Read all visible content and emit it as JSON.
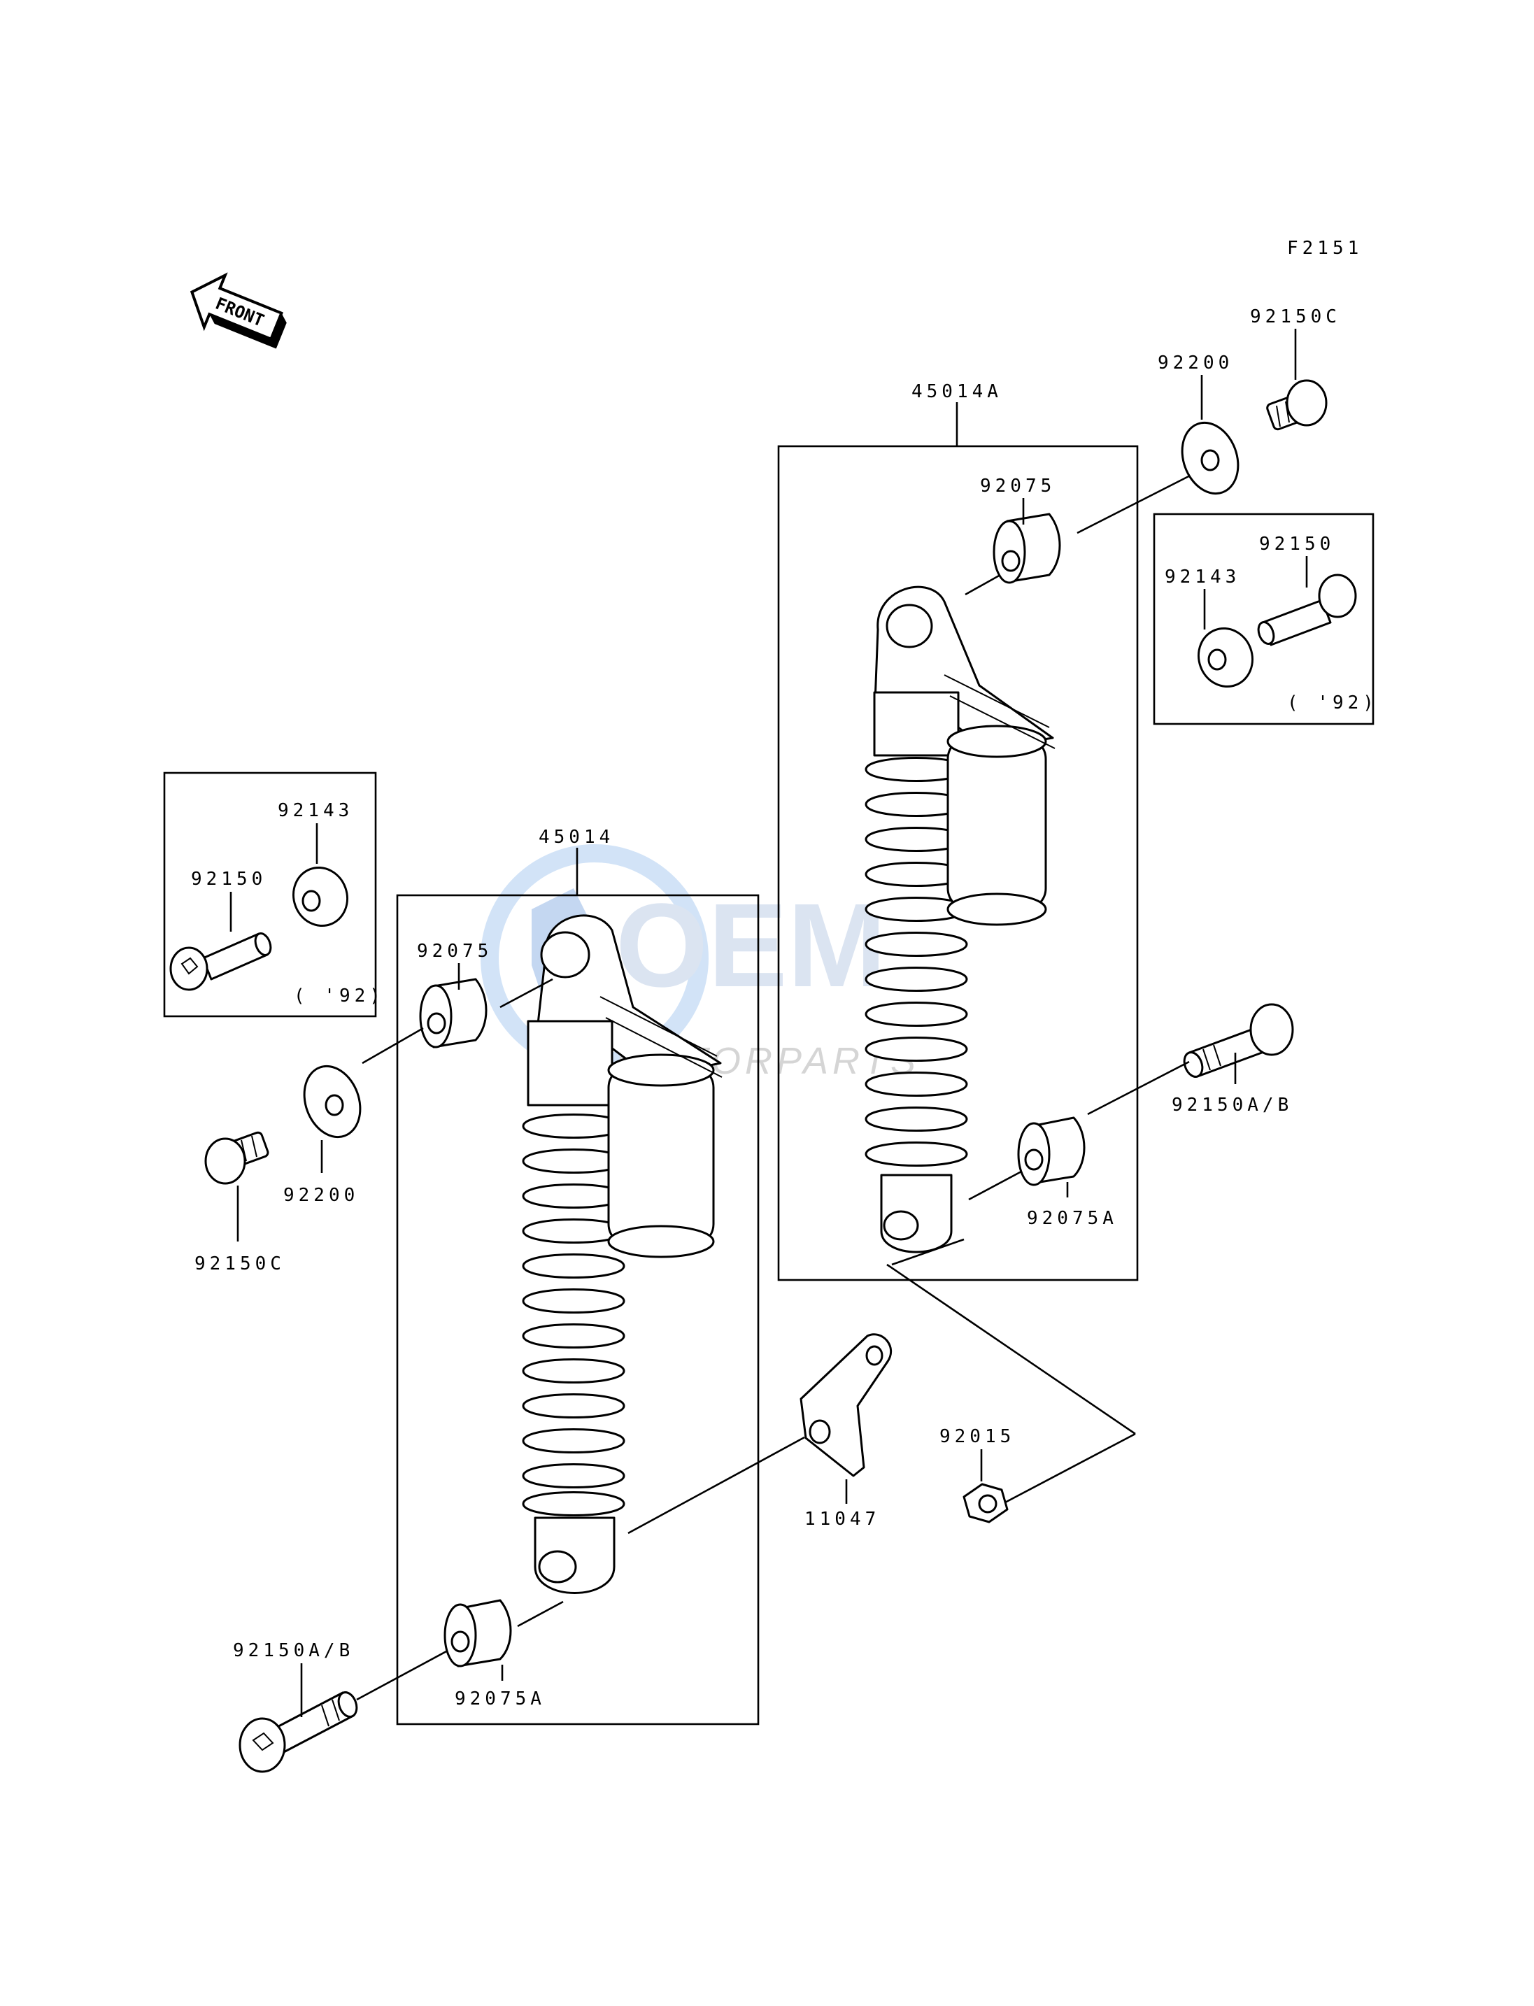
{
  "figure_code": "F2151",
  "front_arrow": {
    "label": "FRONT",
    "icon": "front-direction-arrow-icon"
  },
  "watermark": {
    "brand": "OEM",
    "sub": "MOTORPARTS",
    "color": "#4a7fd4"
  },
  "labels": {
    "rs_assembly": "45014A",
    "rs_bush_top": "92075",
    "rs_washer": "92200",
    "rs_bolt_top": "92150C",
    "rs_inset_collar": "92143",
    "rs_inset_bolt": "92150",
    "rs_inset_year": "( '92)",
    "rs_bolt_bottom": "92150A/B",
    "rs_bush_bottom": "92075A",
    "nut": "92015",
    "bracket": "11047",
    "ls_assembly": "45014",
    "ls_bush_top": "92075",
    "ls_washer": "92200",
    "ls_bolt_top": "92150C",
    "ls_inset_collar": "92143",
    "ls_inset_bolt": "92150",
    "ls_inset_year": "( '92)",
    "ls_bolt_bottom": "92150A/B",
    "ls_bush_bottom": "92075A"
  }
}
